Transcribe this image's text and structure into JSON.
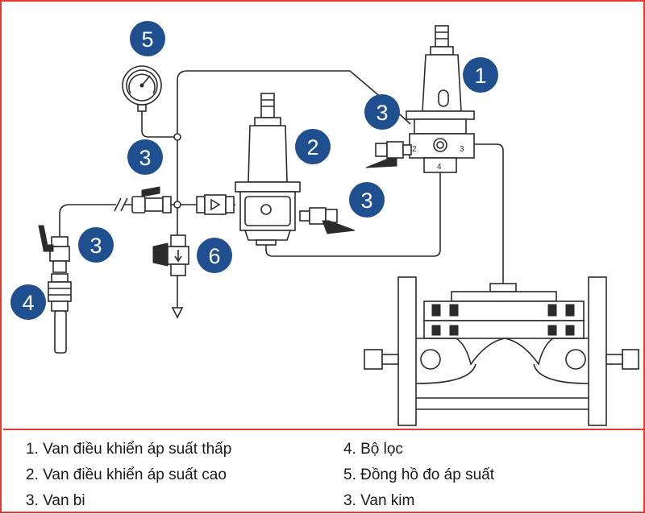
{
  "diagram": {
    "badges": [
      {
        "id": "badge-1",
        "text": "1"
      },
      {
        "id": "badge-2",
        "text": "2"
      },
      {
        "id": "badge-3-top",
        "text": "3"
      },
      {
        "id": "badge-3-gauge",
        "text": "3"
      },
      {
        "id": "badge-3-right",
        "text": "3"
      },
      {
        "id": "badge-3-left",
        "text": "3"
      },
      {
        "id": "badge-4",
        "text": "4"
      },
      {
        "id": "badge-5",
        "text": "5"
      },
      {
        "id": "badge-6",
        "text": "6"
      }
    ],
    "port_labels": [
      "2",
      "3",
      "4"
    ]
  },
  "legend": {
    "left": [
      "1. Van điều khiển áp suất thấp",
      "2. Van điều khiển áp suất cao",
      "3. Van bi"
    ],
    "right": [
      "4. Bộ lọc",
      "5. Đồng hồ đo áp suất",
      "3. Van kim"
    ]
  },
  "colors": {
    "frame_border": "#e8392e",
    "badge_fill": "#1f4f8e",
    "line": "#2b2b2b"
  }
}
